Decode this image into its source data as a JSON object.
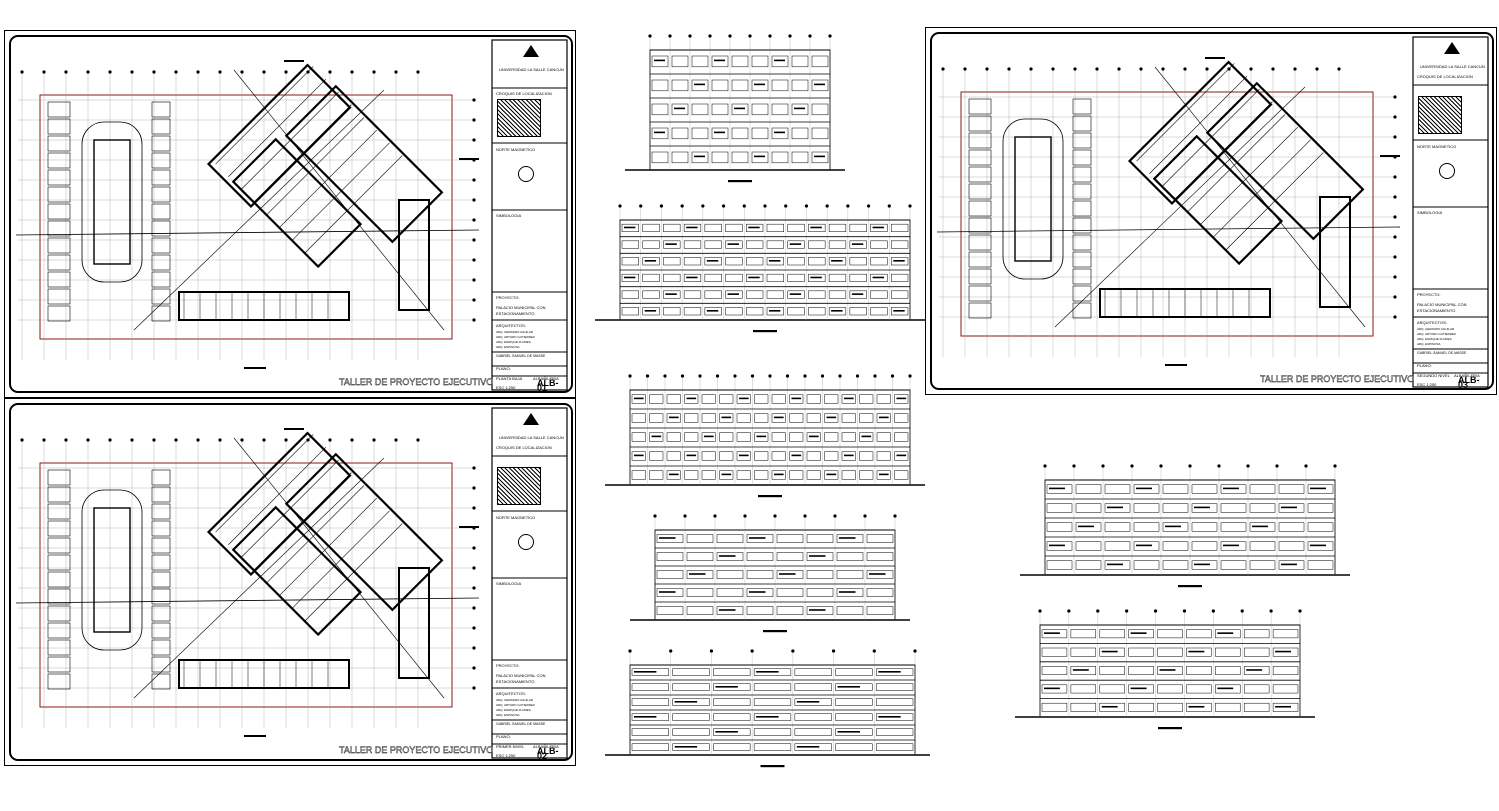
{
  "sheets": [
    {
      "id": "ALB-01",
      "university": "UNIVERSIDAD LA SALLE CANCUN",
      "location_label": "CROQUIS DE LOCALIZACION",
      "north_label": "NORTE MAGNETICO",
      "symbology_label": "SIMBOLOGIA",
      "project_label": "PROYECTO:",
      "project_name_1": "PALACIO MUNICIPAL CON",
      "project_name_2": "ESTACIONAMIENTO",
      "architects_label": "ARQUITECTOS:",
      "architects": [
        "ARQ. GERARDO AGUILAR",
        "ARQ. ARTURO GUTIERREZ",
        "ARQ. ENRIQUE FLORES",
        "ARQ. ESPINOSA"
      ],
      "author": "GABRIEL SAMUEL DE MASSE",
      "plan_label": "PLANO:",
      "plan_name": "PLANTA BAJA",
      "discipline": "ALBAÑILERIA",
      "scale": "ESC 1:250",
      "code": "ALB-01",
      "watermark": "TALLER DE PROYECTO EJECUTIVO"
    },
    {
      "id": "ALB-02",
      "university": "UNIVERSIDAD LA SALLE CANCUN",
      "location_label": "CROQUIS DE LOCALIZACION",
      "north_label": "NORTE MAGNETICO",
      "symbology_label": "SIMBOLOGIA",
      "project_label": "PROYECTO:",
      "project_name_1": "PALACIO MUNICIPAL CON",
      "project_name_2": "ESTACIONAMIENTO",
      "architects_label": "ARQUITECTOS:",
      "architects": [
        "ARQ. GERARDO AGUILAR",
        "ARQ. ARTURO GUTIERREZ",
        "ARQ. ENRIQUE FLORES",
        "ARQ. ESPINOSA"
      ],
      "author": "GABRIEL SAMUEL DE MASSE",
      "plan_label": "PLANO:",
      "plan_name": "PRIMER NIVEL",
      "discipline": "ALBAÑILERIA",
      "scale": "ESC 1:250",
      "code": "ALB-02",
      "watermark": "TALLER DE PROYECTO EJECUTIVO"
    },
    {
      "id": "ALB-03",
      "university": "UNIVERSIDAD LA SALLE CANCUN",
      "location_label": "CROQUIS DE LOCALIZACION",
      "north_label": "NORTE MAGNETICO",
      "symbology_label": "SIMBOLOGIA",
      "project_label": "PROYECTO:",
      "project_name_1": "PALACIO MUNICIPAL CON",
      "project_name_2": "ESTACIONAMIENTO",
      "architects_label": "ARQUITECTOS:",
      "architects": [
        "ARQ. GERARDO AGUILAR",
        "ARQ. ARTURO GUTIERREZ",
        "ARQ. ENRIQUE FLORES",
        "ARQ. ESPINOSA"
      ],
      "author": "GABRIEL SAMUEL DE MASSE",
      "plan_label": "PLANO:",
      "plan_name": "SEGUNDO NIVEL",
      "discipline": "ALBAÑILERIA",
      "scale": "ESC 1:250",
      "code": "ALB-03",
      "watermark": "TALLER DE PROYECTO EJECUTIVO"
    }
  ],
  "colors": {
    "line": "#000000",
    "property_line": "#8b1a1a",
    "background": "#ffffff"
  }
}
